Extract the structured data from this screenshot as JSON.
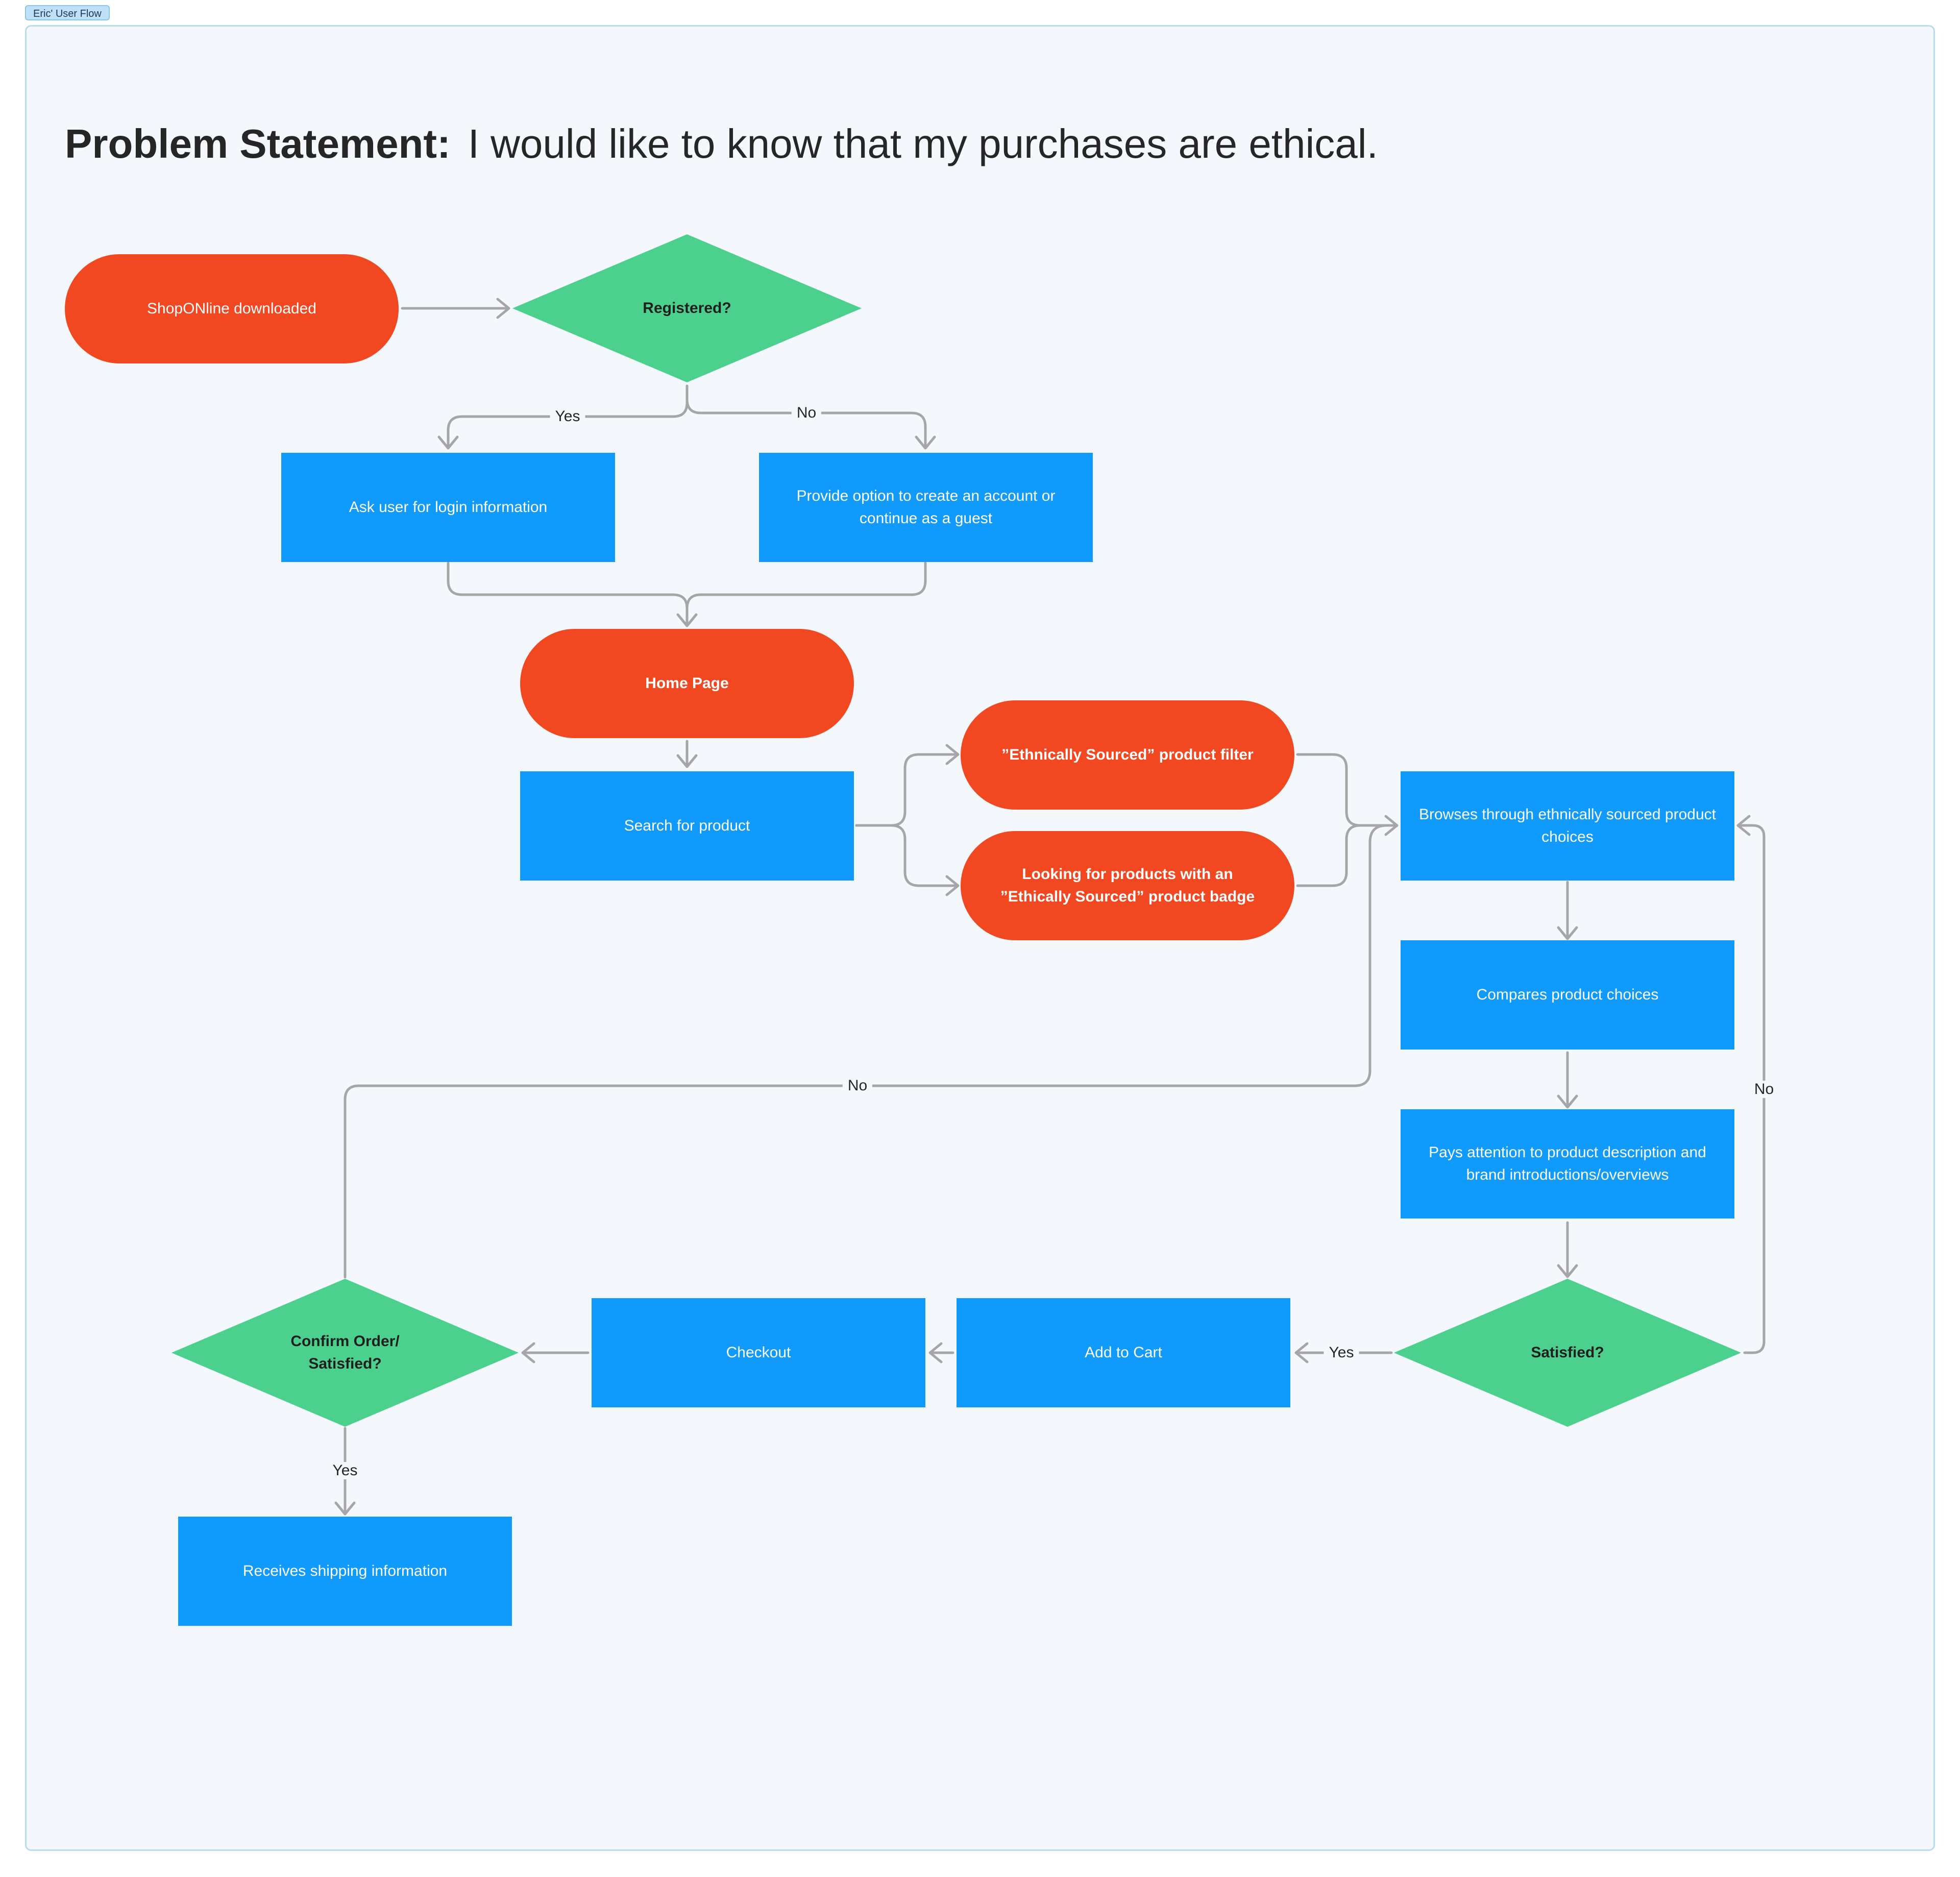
{
  "frame_label": "Eric' User Flow",
  "problem": {
    "bold": "Problem Statement:",
    "text": "I would like to know that my purchases are ethical."
  },
  "nodes": {
    "downloaded": "ShopONline downloaded",
    "registered": "Registered?",
    "login": "Ask user for login information",
    "create_account": "Provide option to create an account or continue as a guest",
    "home": "Home Page",
    "search": "Search for product",
    "filter": "”Ethnically Sourced” product filter",
    "badge": "Looking for products with an ”Ethically Sourced” product badge",
    "browse": "Browses through ethnically sourced product choices",
    "compare": "Compares product choices",
    "attention": "Pays attention to product description and brand introductions/overviews",
    "satisfied": "Satisfied?",
    "add_cart": "Add to Cart",
    "checkout": "Checkout",
    "confirm": "Confirm Order/ Satisfied?",
    "shipping": "Receives shipping information"
  },
  "edge_labels": {
    "registered_yes": "Yes",
    "registered_no": "No",
    "confirm_no": "No",
    "satisfied_no": "No",
    "satisfied_yes": "Yes",
    "confirm_yes": "Yes"
  },
  "colors": {
    "process": "#109afb",
    "terminal": "#f24822",
    "decision": "#4cd08d",
    "connector": "#a6a6a6"
  }
}
